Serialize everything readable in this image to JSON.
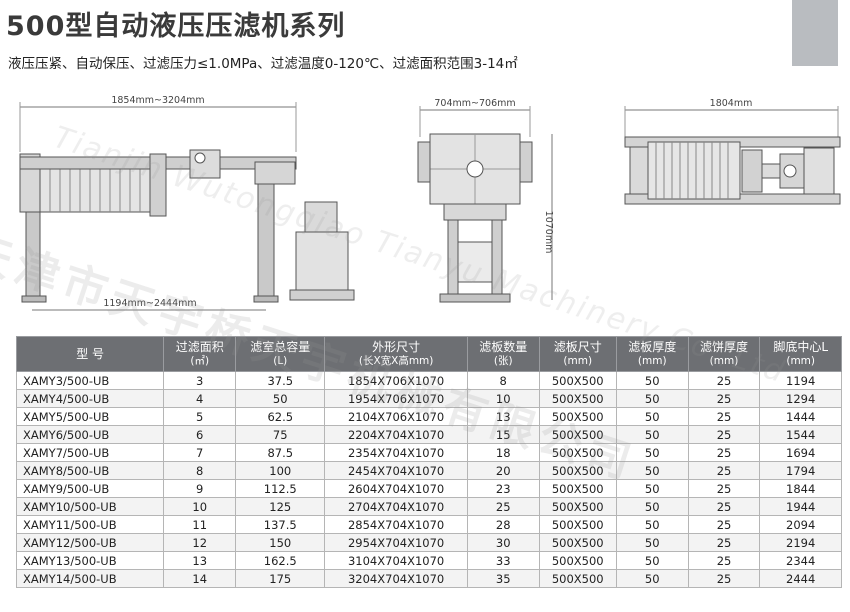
{
  "header": {
    "title": "500型自动液压压滤机系列",
    "subtitle": "液压压紧、自动保压、过滤压力≤1.0MPa、过滤温度0-120℃、过滤面积范围3-14㎡"
  },
  "watermark": {
    "cn": "天津市天宇桥天宇机械有限公司",
    "en": "Tianjin Wutongqiao Tianyu Machinery Co.,Ltd"
  },
  "drawings": {
    "side_top_dim": "1854mm~3204mm",
    "side_bottom_dim": "1194mm~2444mm",
    "front_width_dim": "704mm~706mm",
    "front_height_dim": "1070mm",
    "top_width_dim": "1804mm"
  },
  "table": {
    "headers": [
      {
        "main": "型 号",
        "sub": ""
      },
      {
        "main": "过滤面积",
        "sub": "(㎡)"
      },
      {
        "main": "滤室总容量",
        "sub": "(L)"
      },
      {
        "main": "外形尺寸",
        "sub": "(长X宽X高mm)"
      },
      {
        "main": "滤板数量",
        "sub": "(张)"
      },
      {
        "main": "滤板尺寸",
        "sub": "(mm)"
      },
      {
        "main": "滤板厚度",
        "sub": "(mm)"
      },
      {
        "main": "滤饼厚度",
        "sub": "(mm)"
      },
      {
        "main": "脚底中心L",
        "sub": "(mm)"
      }
    ],
    "rows": [
      [
        "XAMY3/500-UB",
        "3",
        "37.5",
        "1854X706X1070",
        "8",
        "500X500",
        "50",
        "25",
        "1194"
      ],
      [
        "XAMY4/500-UB",
        "4",
        "50",
        "1954X706X1070",
        "10",
        "500X500",
        "50",
        "25",
        "1294"
      ],
      [
        "XAMY5/500-UB",
        "5",
        "62.5",
        "2104X706X1070",
        "13",
        "500X500",
        "50",
        "25",
        "1444"
      ],
      [
        "XAMY6/500-UB",
        "6",
        "75",
        "2204X704X1070",
        "15",
        "500X500",
        "50",
        "25",
        "1544"
      ],
      [
        "XAMY7/500-UB",
        "7",
        "87.5",
        "2354X704X1070",
        "18",
        "500X500",
        "50",
        "25",
        "1694"
      ],
      [
        "XAMY8/500-UB",
        "8",
        "100",
        "2454X704X1070",
        "20",
        "500X500",
        "50",
        "25",
        "1794"
      ],
      [
        "XAMY9/500-UB",
        "9",
        "112.5",
        "2604X704X1070",
        "23",
        "500X500",
        "50",
        "25",
        "1844"
      ],
      [
        "XAMY10/500-UB",
        "10",
        "125",
        "2704X704X1070",
        "25",
        "500X500",
        "50",
        "25",
        "1944"
      ],
      [
        "XAMY11/500-UB",
        "11",
        "137.5",
        "2854X704X1070",
        "28",
        "500X500",
        "50",
        "25",
        "2094"
      ],
      [
        "XAMY12/500-UB",
        "12",
        "150",
        "2954X704X1070",
        "30",
        "500X500",
        "50",
        "25",
        "2194"
      ],
      [
        "XAMY13/500-UB",
        "13",
        "162.5",
        "3104X704X1070",
        "33",
        "500X500",
        "50",
        "25",
        "2344"
      ],
      [
        "XAMY14/500-UB",
        "14",
        "175",
        "3204X704X1070",
        "35",
        "500X500",
        "50",
        "25",
        "2444"
      ]
    ]
  }
}
